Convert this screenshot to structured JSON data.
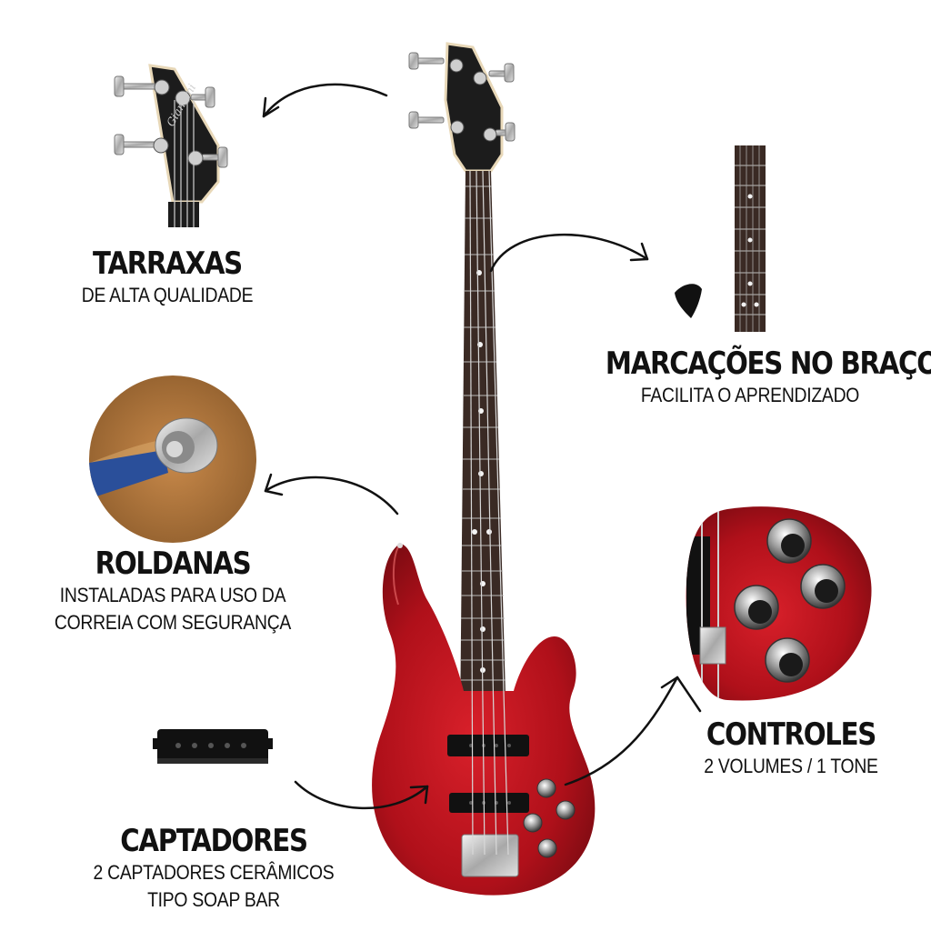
{
  "features": {
    "tarraxas": {
      "title": "TARRAXAS",
      "lines": [
        "DE ALTA QUALIDADE"
      ]
    },
    "marcacoes": {
      "title": "MARCAÇÕES NO BRAÇO",
      "lines": [
        "FACILITA O APRENDIZADO"
      ]
    },
    "roldanas": {
      "title": "ROLDANAS",
      "lines": [
        "INSTALADAS PARA USO DA",
        "CORREIA COM SEGURANÇA"
      ]
    },
    "controles": {
      "title": "CONTROLES",
      "lines": [
        "2 VOLUMES / 1 TONE"
      ]
    },
    "captadores": {
      "title": "CAPTADORES",
      "lines": [
        "2 CAPTADORES CERÂMICOS",
        "TIPO SOAP BAR"
      ]
    }
  },
  "headstock_brand": "Giannini",
  "colors": {
    "body_red": "#b0101a",
    "body_red_dark": "#6e0a10",
    "fretboard": "#3a2a24",
    "headstock": "#1c1c1c",
    "text": "#111111"
  }
}
